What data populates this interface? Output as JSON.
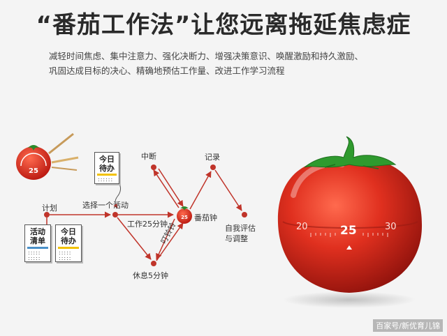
{
  "title": "“番茄工作法”让您远离拖延焦虑症",
  "subtitle_line1": "减轻时间焦虑、集中注意力、强化决断力、增强决策意识、唤醒激励和持久激励、",
  "subtitle_line2": "巩固达成目标的决心、精确地预估工作量、改进工作学习流程",
  "diagram": {
    "plan": "计划",
    "select_activity": "选择一个活动",
    "interrupt": "中断",
    "record": "记录",
    "tomato_clock": "番茄钟",
    "work_25": "工作25分钟",
    "ring": "叮铃铃",
    "rest_5": "休息5分钟",
    "review": "自我评估\n与调整",
    "review_line1": "自我评估",
    "review_line2": "与调整",
    "todo_card_top": "今日\n待办",
    "activity_list_card": "活动\n清单",
    "todo_card_bottom": "今日\n待办",
    "mini_tomato_number": "25",
    "small_tomato_number": "25"
  },
  "timer": {
    "left_mark": "20",
    "center_mark": "25",
    "right_mark": "30"
  },
  "watermark": "百家号/新优育儿锦",
  "colors": {
    "tomato_red": "#d8261c",
    "arrow_red": "#c0342a",
    "stem_green": "#2a8a2a",
    "bar_yellow": "#f2c200",
    "bar_blue": "#4a90c8"
  }
}
